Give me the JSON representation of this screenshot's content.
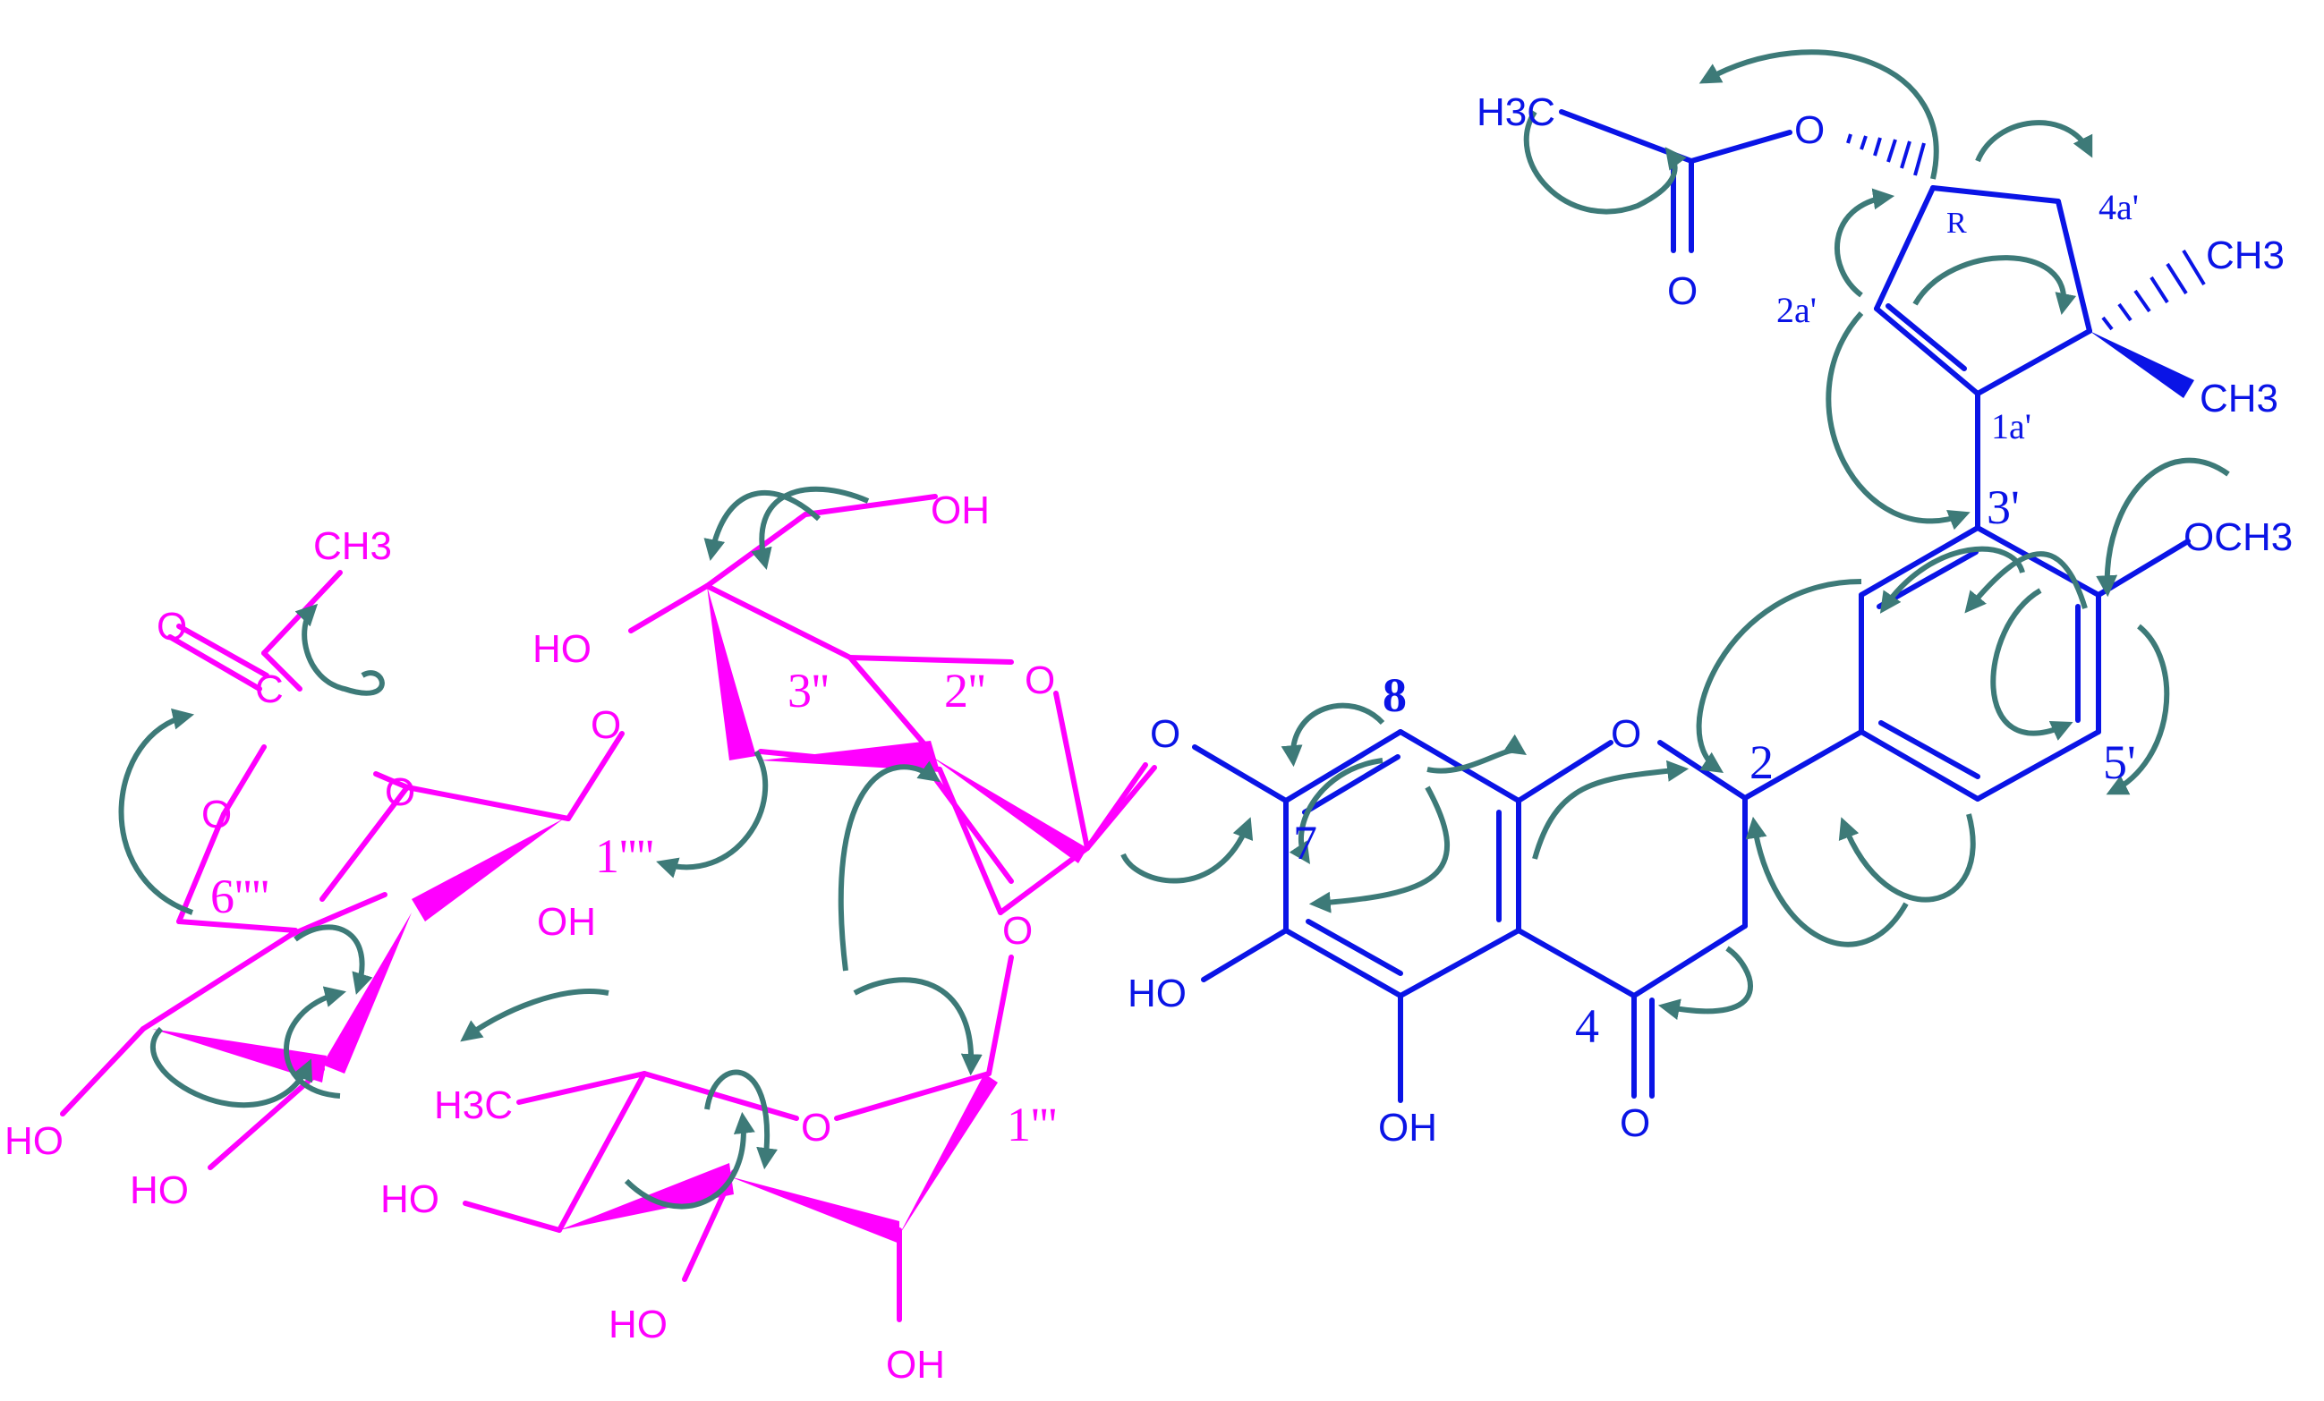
{
  "colors": {
    "aglycone": "#0a14e6",
    "sugar": "#ff00ff",
    "correlation": "#3d7a78"
  },
  "aglycone_labels": {
    "h3c_acetyl": "H3C",
    "o_ester": "O",
    "o_carbonyl_acetyl": "O",
    "r_config": "R",
    "pos_4a": "4a'",
    "ch3_upper": "CH3",
    "ch3_lower": "CH3",
    "pos_2a": "2a'",
    "pos_1a": "1a'",
    "pos_3p": "3'",
    "och3": "OCH3",
    "pos_5p": "5'",
    "pos_8": "8",
    "pos_7": "7",
    "pos_2": "2",
    "pos_4": "4",
    "o_ring": "O",
    "o_glyco": "O",
    "ho_6": "HO",
    "oh_5": "OH",
    "o_ketone": "O"
  },
  "sugar_labels": {
    "ch3_acetyl": "CH3",
    "o_acetyl_carbonyl": "O",
    "c_acetyl": "C",
    "o_acetyl_ester": "O",
    "pos_6q": "6''''",
    "o_ring_glc": "O",
    "pos_1q": "1''''",
    "oh_glc_2": "OH",
    "ho_glc_3": "HO",
    "ho_glc_4": "HO",
    "o_link_glc": "O",
    "oh_glc_6": "OH",
    "ho_glc_4b": "HO",
    "pos_3pp": "3''",
    "pos_2pp": "2''",
    "o_ring_glc2": "O",
    "o_link_rha": "O",
    "h3c_rha": "H3C",
    "o_ring_rha": "O",
    "pos_1ppp": "1'''",
    "ho_rha_4": "HO",
    "ho_rha_3": "HO",
    "oh_rha_2": "OH"
  }
}
